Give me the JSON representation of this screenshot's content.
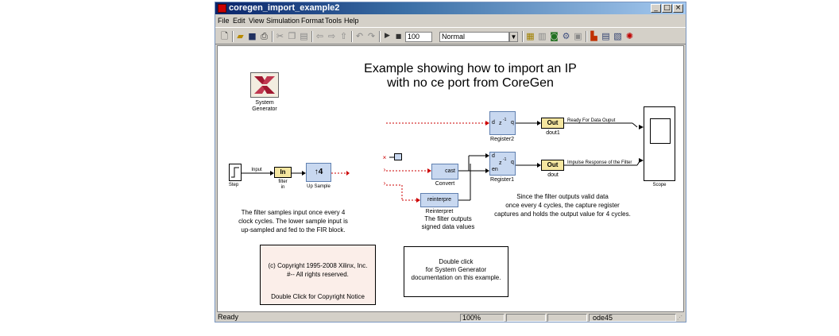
{
  "window": {
    "title": "coregen_import_example2"
  },
  "window_controls": {
    "minimize": "_",
    "maximize": "□",
    "close": "×"
  },
  "menu": [
    "File",
    "Edit",
    "View",
    "Simulation",
    "Format",
    "Tools",
    "Help"
  ],
  "toolbar": {
    "stop_time": "100",
    "sim_mode": "Normal",
    "icons": [
      "new-icon",
      "open-icon",
      "save-icon",
      "print-icon",
      "cut-icon",
      "copy-icon",
      "paste-icon",
      "back-icon",
      "forward-icon",
      "up-icon",
      "undo-icon",
      "redo-icon",
      "start-icon",
      "stop-icon",
      "library-icon",
      "explorer-icon",
      "debug-icon",
      "update-icon",
      "build-icon",
      "model-icon",
      "browser-icon",
      "properties-icon"
    ]
  },
  "diagram": {
    "heading_line1": "Example showing how to import an IP",
    "heading_line2": "with no ce port from CoreGen",
    "sysgen_label1": "System",
    "sysgen_label2": "Generator",
    "step_label": "Step",
    "input_line_label": "Input",
    "in_block": "In",
    "filter_in_label1": "filter",
    "filter_in_label2": "in",
    "upsample_block": "↑4",
    "upsample_label": "Up Sample",
    "register2_label": "Register2",
    "register1_label": "Register1",
    "reg_d": "d",
    "reg_z": "z",
    "reg_exp": "-1",
    "reg_q": "q",
    "reg_en": "en",
    "out_block": "Out",
    "dout1_label": "dout1",
    "dout_label": "dout",
    "line_ready": "Ready For Data Ouput",
    "line_impulse": "Impulse Response of the Filter",
    "scope_label": "Scope",
    "convert_block": "cast",
    "convert_label": "Convert",
    "reinterpret_block": "reinterpre",
    "reinterpret_label": "Reinterpret",
    "note_filter_samples": [
      "The filter samples input once every 4",
      "clock cycles. The lower sample input is",
      "up-sampled and fed to the FIR block."
    ],
    "note_filter_outputs": [
      "The filter outputs",
      "signed data values"
    ],
    "note_valid_data": [
      "Since the filter outputs valid data",
      "once every 4 cycles, the capture register",
      "captures and holds the output value for 4 cycles."
    ],
    "copyright_lines": [
      "(c) Copyright 1995-2008 Xilinx, Inc.",
      "#-- All rights reserved."
    ],
    "copyright_click": "Double Click for Copyright Notice",
    "doc_note": [
      "Double click",
      "for System Generator",
      "documentation on this example."
    ]
  },
  "status": {
    "state": "Ready",
    "zoom": "100%",
    "solver": "ode45"
  },
  "colors": {
    "block_fill": "#c8d8f0",
    "out_fill": "#f5e6a0",
    "signal_red": "#cc0000",
    "title_blue": "#0a246a"
  }
}
